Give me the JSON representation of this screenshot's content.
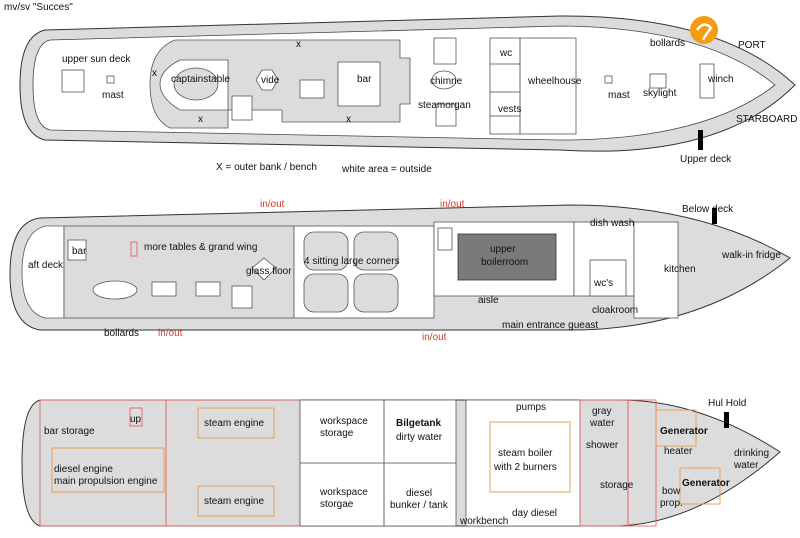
{
  "title": "mv/sv \"Succes\"",
  "top_deck": {
    "labels": {
      "upper_sun_deck": "upper sun deck",
      "mast_aft": "mast",
      "captainstable": "captainstable",
      "vide": "vide",
      "bar": "bar",
      "chimney": "chimne",
      "steamorgan": "steamorgan",
      "wc": "wc",
      "wheelhouse": "wheelhouse",
      "vests": "vests",
      "bollards": "bollards",
      "mast_fore": "mast",
      "skylight": "skylight",
      "winch": "winch",
      "port": "PORT",
      "starboard": "STARBOARD",
      "upper_deck": "Upper deck",
      "x": "x"
    },
    "legend": {
      "bench": "X = outer bank / bench",
      "white_area": "white area = outside"
    }
  },
  "main_deck": {
    "labels": {
      "in_out": "in/out",
      "bar": "bar",
      "more_tables": "more tables & grand wing",
      "aft_deck": "aft deck",
      "glass_floor": "glass floor",
      "sitting_corners": "4 sitting large corners",
      "upper_boilerroom_1": "upper",
      "upper_boilerroom_2": "boilerroom",
      "dish_wash": "dish wash",
      "below_deck": "Below deck",
      "wcs": "wc's",
      "kitchen": "kitchen",
      "walk_in_fridge": "walk-in fridge",
      "aisle": "aisle",
      "cloakroom": "cloakroom",
      "main_entrance": "main entrance gueast",
      "bollards": "bollards"
    }
  },
  "lower_deck": {
    "labels": {
      "hul_hold": "Hul Hold",
      "bar_storage": "bar storage",
      "up": "up",
      "diesel_engine_1": "diesel engine",
      "diesel_engine_2": "main propulsion engine",
      "steam_engine_1": "steam engine",
      "steam_engine_2": "steam engine",
      "workspace_storage_1a": "workspace",
      "workspace_storage_1b": "storage",
      "workspace_storage_2a": "workspace",
      "workspace_storage_2b": "storgae",
      "bilgetank": "Bilgetank",
      "dirty_water": "dirty water",
      "diesel_bunker_1": "diesel",
      "diesel_bunker_2": "bunker / tank",
      "pumps": "pumps",
      "steam_boiler_1": "steam boiler",
      "steam_boiler_2": "with 2 burners",
      "workbench": "workbench",
      "day_diesel": "day diesel",
      "gray_water_1": "gray",
      "gray_water_2": "water",
      "shower": "shower",
      "storage": "storage",
      "generator_1": "Generator",
      "heater": "heater",
      "generator_2": "Generator",
      "bow_prop_1": "bow",
      "bow_prop_2": "prop.",
      "drinking_water_1": "drinking",
      "drinking_water_2": "water"
    }
  },
  "logo": {
    "icon": "orange-swirl-logo-icon",
    "color": "#f39c12"
  },
  "colors": {
    "hull": "#dcdcdc",
    "outside": "#ffffff",
    "boilerroom": "#7a7a7a",
    "bulkhead_red": "#e06666",
    "engine_orange": "#e89a4a",
    "in_out_red": "#d33c2c"
  }
}
